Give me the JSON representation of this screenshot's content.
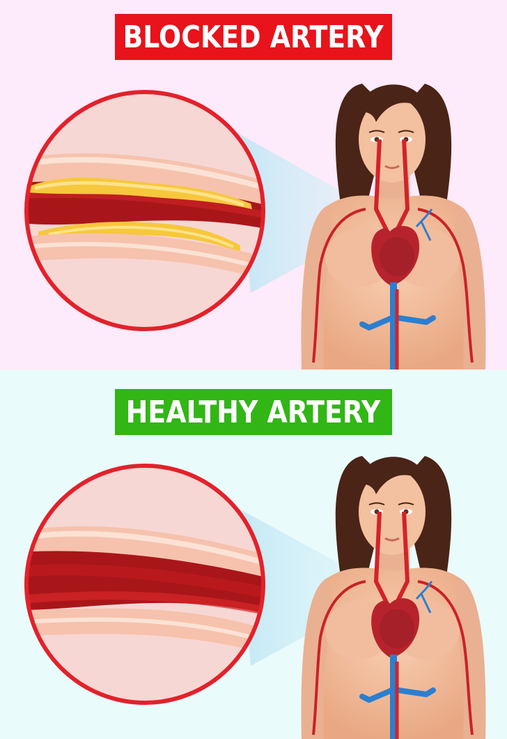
{
  "panels": [
    {
      "title": "BLOCKED ARTERY",
      "banner_color": "#e8131b",
      "background": "#fdeafa",
      "state": "blocked"
    },
    {
      "title": "HEALTHY ARTERY",
      "banner_color": "#31b616",
      "background": "#eafbfb",
      "state": "healthy"
    }
  ],
  "colors": {
    "circle_border": "#e3212b",
    "artery_wall": "#f6c2ad",
    "blood_dark": "#a9161a",
    "blood_red": "#d7262a",
    "plaque": "#f7c73c",
    "skin": "#f3c0a0",
    "hair": "#4a2416",
    "vein_blue": "#2b7fd0",
    "zoom_beam": "#c9ecf7"
  }
}
